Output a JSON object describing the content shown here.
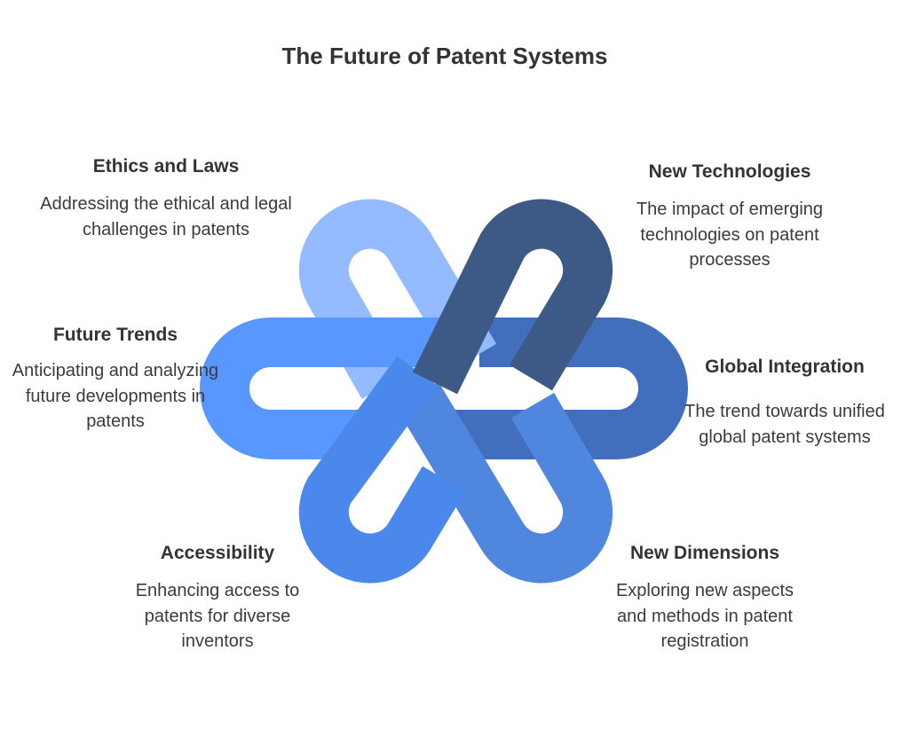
{
  "title": "The Future of Patent Systems",
  "colors": {
    "ethics_loop": "#94baff",
    "new_technologies_loop": "#3d5a86",
    "global_integration_loop": "#416ebd",
    "new_dimensions_loop": "#5087de",
    "accessibility_loop": "#4a88ec",
    "future_trends_loop": "#5897ff"
  },
  "items": [
    {
      "heading": "Ethics and Laws",
      "description": "Addressing the ethical and legal challenges in patents"
    },
    {
      "heading": "New Technologies",
      "description": "The impact of emerging technologies on patent processes"
    },
    {
      "heading": "Future Trends",
      "description": "Anticipating and analyzing future developments in patents"
    },
    {
      "heading": "Global Integration",
      "description": "The trend towards unified global patent systems"
    },
    {
      "heading": "Accessibility",
      "description": "Enhancing access to patents for diverse inventors"
    },
    {
      "heading": "New Dimensions",
      "description": "Exploring new aspects and methods in patent registration"
    }
  ]
}
